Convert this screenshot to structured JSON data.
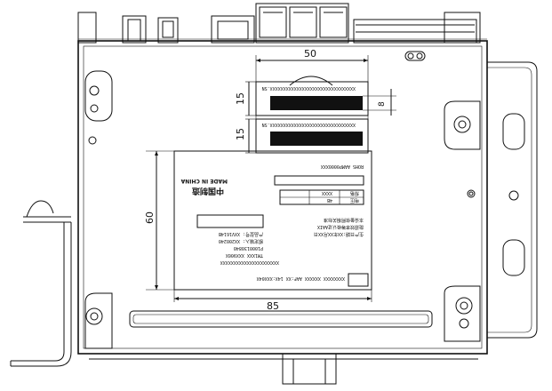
{
  "drawing": {
    "dimensions": {
      "top_width": "50",
      "barcode_height_1": "15",
      "barcode_height_2": "15",
      "barcode_bar_height": "8",
      "label_height": "60",
      "label_width": "85"
    },
    "barcode_label_1": {
      "line": "XXXXXXXXXXXXXXXXXXXXXXXXXXXXXXXX.SN"
    },
    "barcode_label_2": {
      "line": "XXXXXXXXXXXXXXXXXXXXXXXXXXXXXXXX.SN"
    },
    "product_label": {
      "made_in": "MADE IN CHINA",
      "brand": "中国制造",
      "top_code": "ROHS AAMP0000XXX",
      "model_row": "XXXXXXXX XXXXXX AAF:XX 14X:XXX04X",
      "table_cells": [
        "电压",
        "4B",
        "规格",
        "XXXX"
      ],
      "lines_right": [
        "本设备依照相关标准",
        "能源效率等级认证AAIX",
        "生产日期:XX年XX月XX日"
      ],
      "lines_left": [
        "产品型号: XXV1614B",
        "额定输入: XX200240",
        "P1000130840",
        "TM1XXX XXX900X",
        "XXXXXXXXXXXXXXXXXXXXXX"
      ]
    }
  }
}
